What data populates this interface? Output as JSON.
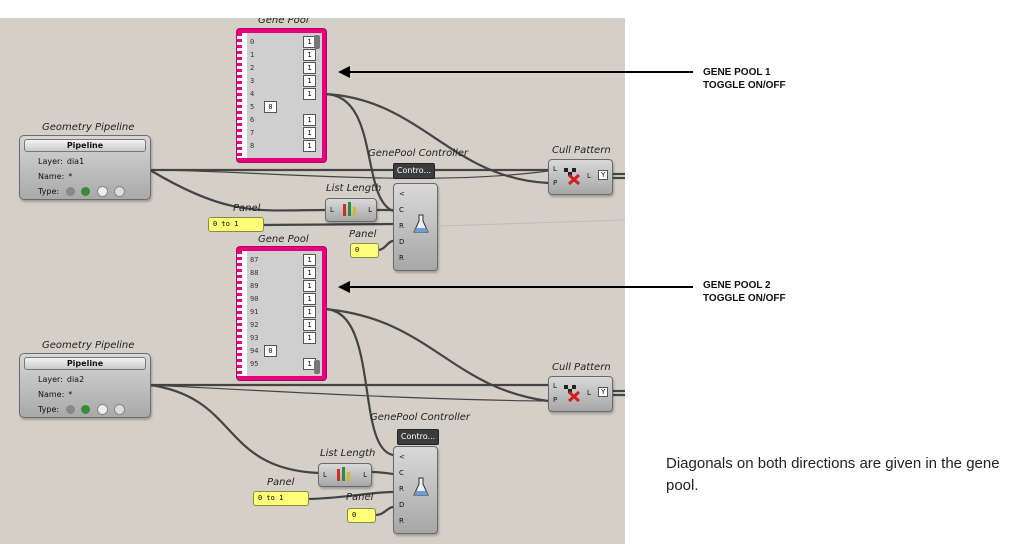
{
  "gene_pool_1": {
    "title": "Gene Pool",
    "rows": [
      {
        "index": "0",
        "value": "1"
      },
      {
        "index": "1",
        "value": "1"
      },
      {
        "index": "2",
        "value": "1"
      },
      {
        "index": "3",
        "value": "1"
      },
      {
        "index": "4",
        "value": "1"
      },
      {
        "index": "5",
        "value": "0"
      },
      {
        "index": "6",
        "value": "1"
      },
      {
        "index": "7",
        "value": "1"
      },
      {
        "index": "8",
        "value": "1"
      }
    ]
  },
  "gene_pool_2": {
    "title": "Gene Pool",
    "rows": [
      {
        "index": "87",
        "value": "1"
      },
      {
        "index": "88",
        "value": "1"
      },
      {
        "index": "89",
        "value": "1"
      },
      {
        "index": "90",
        "value": "1"
      },
      {
        "index": "91",
        "value": "1"
      },
      {
        "index": "92",
        "value": "1"
      },
      {
        "index": "93",
        "value": "1"
      },
      {
        "index": "94",
        "value": "0"
      },
      {
        "index": "95",
        "value": "1"
      }
    ]
  },
  "geometry_pipeline_1": {
    "title": "Geometry Pipeline",
    "header": "Pipeline",
    "layer_label": "Layer:",
    "layer_value": "dia1",
    "name_label": "Name:",
    "name_value": "*",
    "type_label": "Type:"
  },
  "geometry_pipeline_2": {
    "title": "Geometry Pipeline",
    "header": "Pipeline",
    "layer_label": "Layer:",
    "layer_value": "dia2",
    "name_label": "Name:",
    "name_value": "*",
    "type_label": "Type:"
  },
  "genepool_controller_1": {
    "title": "GenePool Controller",
    "button": "Contro...",
    "pins": [
      "<",
      "C",
      "R",
      "D",
      "R"
    ]
  },
  "genepool_controller_2": {
    "title": "GenePool Controller",
    "button": "Contro...",
    "pins": [
      "<",
      "C",
      "R",
      "D",
      "R"
    ]
  },
  "list_length_1": {
    "title": "List Length",
    "in": "L",
    "out": "L"
  },
  "list_length_2": {
    "title": "List Length",
    "in": "L",
    "out": "L"
  },
  "panel_range_1": {
    "title": "Panel",
    "value": "0 to 1"
  },
  "panel_range_2": {
    "title": "Panel",
    "value": "0 to 1"
  },
  "panel_zero_1": {
    "title": "Panel",
    "value": "0"
  },
  "panel_zero_2": {
    "title": "Panel",
    "value": "0"
  },
  "cull_pattern_1": {
    "title": "Cull Pattern",
    "pins": [
      "L",
      "P"
    ],
    "out": "L",
    "out2": "Y"
  },
  "cull_pattern_2": {
    "title": "Cull Pattern",
    "pins": [
      "L",
      "P"
    ],
    "out": "L",
    "out2": "Y"
  },
  "annotations": {
    "note1_line1": "GENE POOL 1",
    "note1_line2": "TOGGLE ON/OFF",
    "note2_line1": "GENE POOL 2",
    "note2_line2": "TOGGLE ON/OFF",
    "bottom_text": "Diagonals on both directions are given in the gene pool."
  },
  "colors": {
    "canvas": "#d4d0c8",
    "gene_pool_border": "#e6007e",
    "panel_fill": "#ffff7a"
  }
}
